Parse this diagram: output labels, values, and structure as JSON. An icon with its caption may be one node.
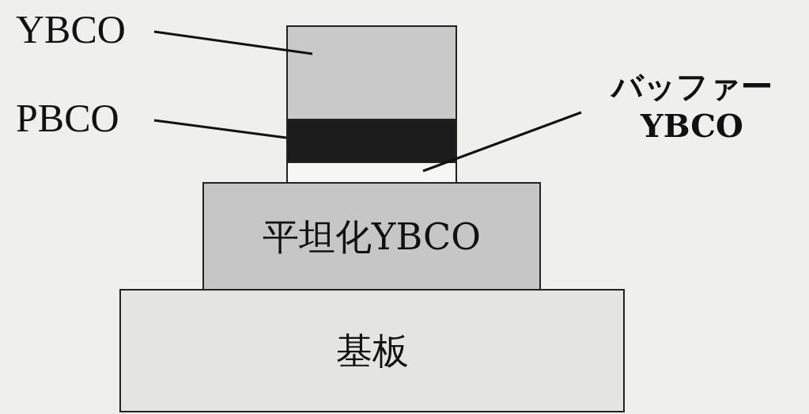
{
  "diagram": {
    "nodes": [
      {
        "text": [
          "YBCO"
        ]
      },
      {
        "text": [
          "PBCO"
        ]
      },
      {
        "text": [
          "バッファー YBCO"
        ]
      },
      {
        "text": [],
        "shape": "box"
      },
      {
        "text": [],
        "shape": "box"
      },
      {
        "text": [],
        "shape": "box"
      },
      {
        "text": [
          "平坦化YBCO"
        ]
      },
      {
        "text": [
          "基板"
        ]
      }
    ],
    "edges": [
      {
        "from": 0,
        "to": 3,
        "arrow": "none"
      },
      {
        "from": 1,
        "to": 4,
        "arrow": "none"
      },
      {
        "from": 2,
        "to": 5,
        "arrow": "none"
      }
    ]
  }
}
